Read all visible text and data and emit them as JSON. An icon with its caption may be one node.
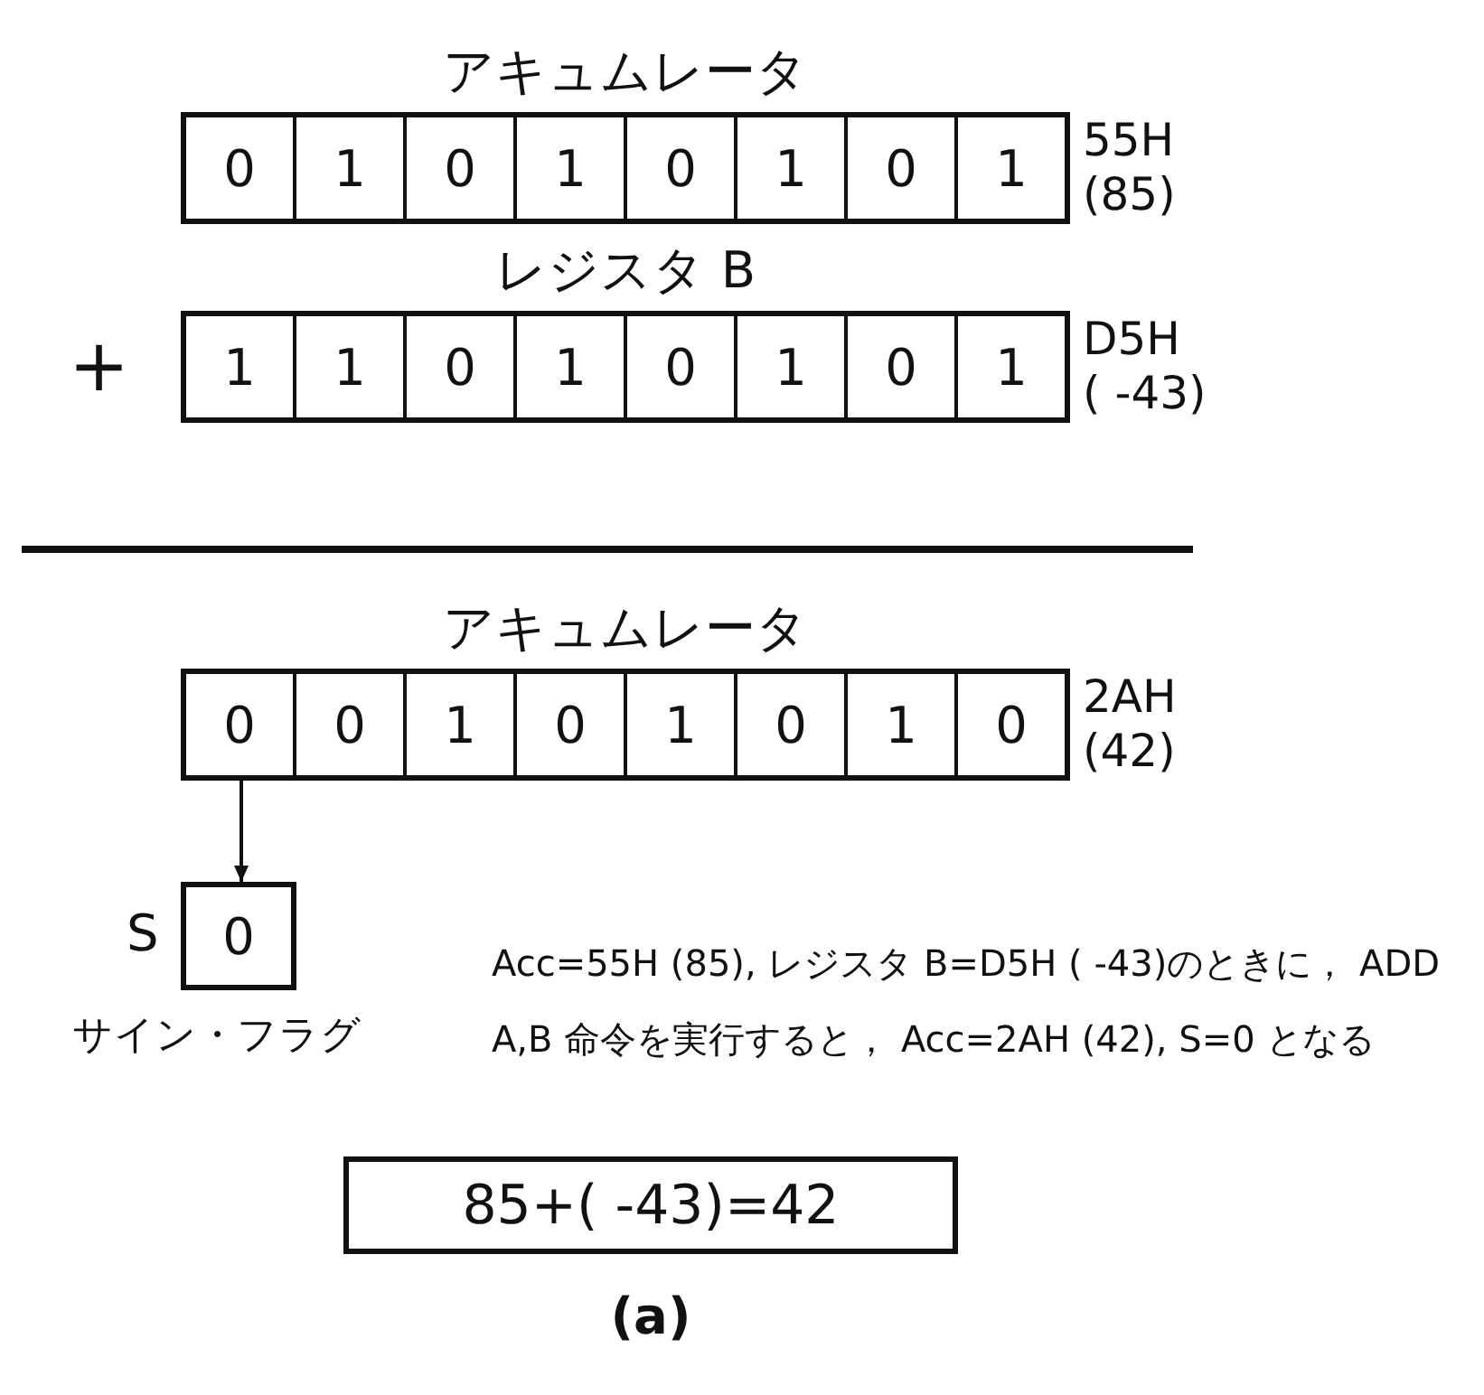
{
  "diagram": {
    "caption": "(a)",
    "nodes": [
      {
        "text": [
          "アキュムレータ"
        ],
        "beside": [
          "55H",
          "(85)"
        ]
      },
      {
        "text": [
          "0"
        ],
        "in": 0
      },
      {
        "text": [
          "1"
        ],
        "in": 0
      },
      {
        "text": [
          "0"
        ],
        "in": 0
      },
      {
        "text": [
          "1"
        ],
        "in": 0
      },
      {
        "text": [
          "0"
        ],
        "in": 0
      },
      {
        "text": [
          "1"
        ],
        "in": 0
      },
      {
        "text": [
          "0"
        ],
        "in": 0
      },
      {
        "text": [
          "1"
        ],
        "in": 0
      },
      {
        "text": [
          "レジスタ B"
        ],
        "beside": [
          "D5H",
          "( -43)"
        ]
      },
      {
        "text": [
          "1"
        ],
        "in": 9
      },
      {
        "text": [
          "1"
        ],
        "in": 9
      },
      {
        "text": [
          "0"
        ],
        "in": 9
      },
      {
        "text": [
          "1"
        ],
        "in": 9
      },
      {
        "text": [
          "0"
        ],
        "in": 9
      },
      {
        "text": [
          "1"
        ],
        "in": 9
      },
      {
        "text": [
          "0"
        ],
        "in": 9
      },
      {
        "text": [
          "1"
        ],
        "in": 9
      },
      {
        "text": [
          "アキュムレータ"
        ],
        "beside": [
          "2AH",
          "(42)"
        ]
      },
      {
        "text": [
          "0"
        ],
        "in": 18
      },
      {
        "text": [
          "0"
        ],
        "in": 18
      },
      {
        "text": [
          "1"
        ],
        "in": 18
      },
      {
        "text": [
          "0"
        ],
        "in": 18
      },
      {
        "text": [
          "1"
        ],
        "in": 18
      },
      {
        "text": [
          "0"
        ],
        "in": 18
      },
      {
        "text": [
          "1"
        ],
        "in": 18
      },
      {
        "text": [
          "0"
        ],
        "in": 18
      },
      {
        "text": [
          "0"
        ],
        "beside": [
          "S",
          "サイン・フラグ"
        ]
      },
      {
        "text": [
          "85+( -43)=42"
        ]
      }
    ],
    "edges": [
      {
        "from": 19,
        "to": 27,
        "arrow": "to"
      }
    ],
    "labels": [
      "+",
      "Acc=55H (85), レジスタ B=D5H ( -43)のときに， ADD A,B 命令を実行すると， Acc=2AH (42), S=0 となる"
    ]
  }
}
